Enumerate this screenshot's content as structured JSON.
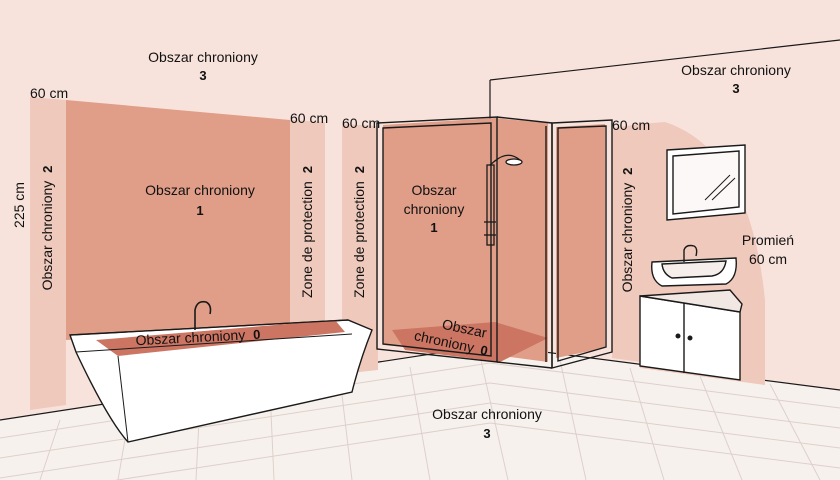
{
  "colors": {
    "zone3": "#f8e3dc",
    "zone2": "#efc9bb",
    "zone1": "#e09e88",
    "zone0": "#cc7563",
    "floor": "#f7f1ee",
    "line": "#1a1a1a"
  },
  "labels": {
    "back_wall_zone3": {
      "name": "Obszar chroniony",
      "num": "3"
    },
    "right_wall_zone3": {
      "name": "Obszar chroniony",
      "num": "3"
    },
    "floor_zone3": {
      "name": "Obszar chroniony",
      "num": "3"
    },
    "bath_wall_zone1": {
      "name": "Obszar chroniony",
      "num": "1"
    },
    "shower_zone1": {
      "line1": "Obszar",
      "line2": "chroniony",
      "num": "1"
    },
    "bath_zone0": {
      "name": "Obszar chroniony",
      "num": "0"
    },
    "shower_zone0": {
      "line1": "Obszar",
      "line2": "chroniony",
      "num": "0"
    },
    "bath_left_zone2": {
      "name": "Obszar chroniony",
      "num": "2"
    },
    "bath_right_zone2": {
      "name": "Zone de protection",
      "num": "2"
    },
    "shower_left_zone2": {
      "name": "Zone de protection",
      "num": "2"
    },
    "sink_zone2": {
      "name": "Obszar chroniony",
      "num": "2"
    },
    "dim_bath_left": "60 cm",
    "dim_bath_right": "60 cm",
    "dim_shower_left": "60 cm",
    "dim_shower_right": "60 cm",
    "height": "225 cm",
    "radius_line1": "Promień",
    "radius_line2": "60 cm"
  },
  "icons": [
    "faucet-icon",
    "shower-head-icon",
    "mirror-icon",
    "sink-icon",
    "cabinet-icon"
  ]
}
